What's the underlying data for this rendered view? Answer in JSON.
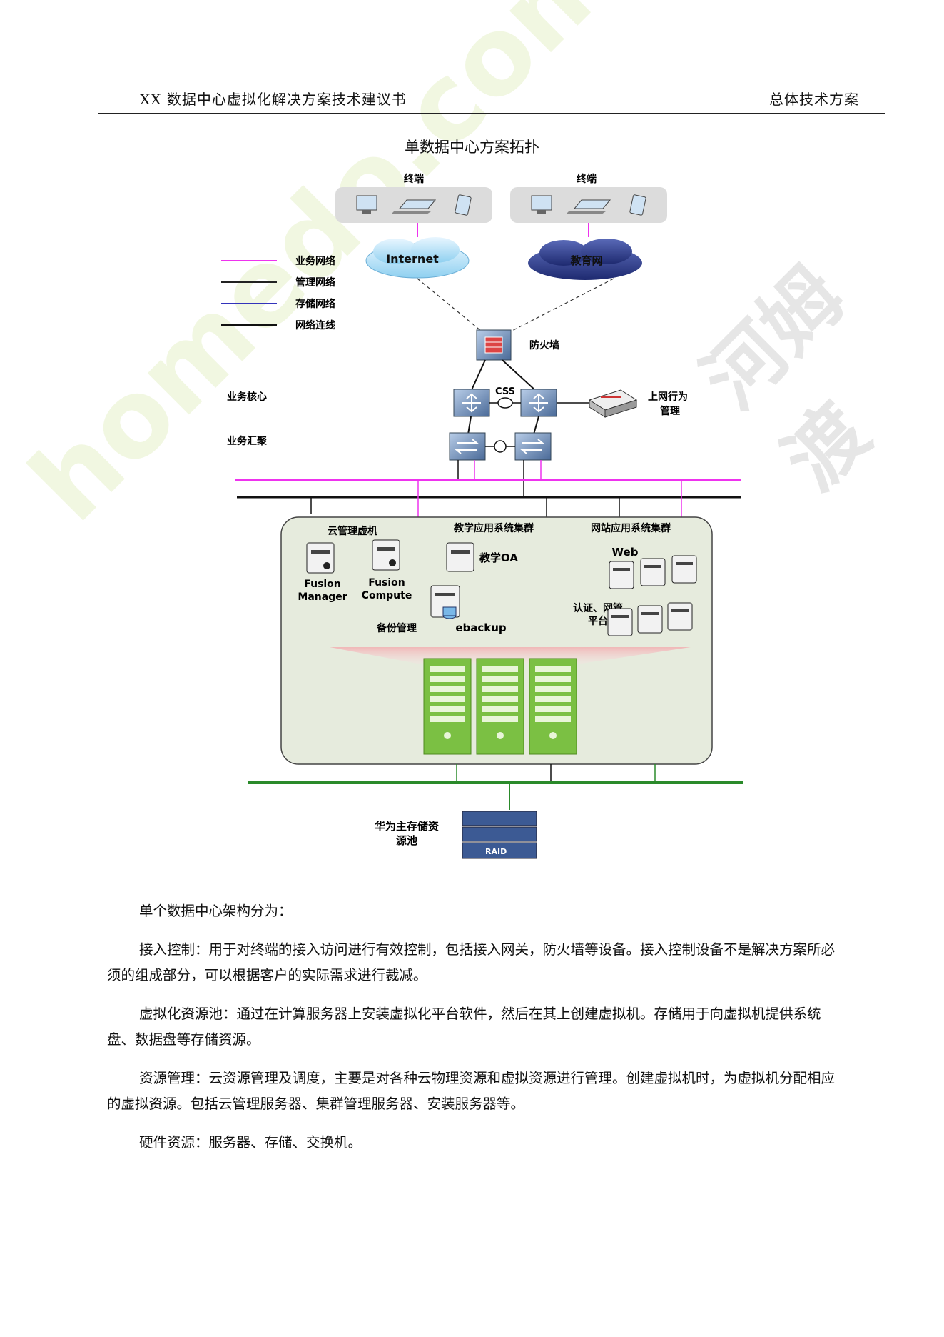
{
  "header": {
    "left": "XX 数据中心虚拟化解决方案技术建议书",
    "right": "总体技术方案"
  },
  "figure": {
    "title": "单数据中心方案拓扑",
    "terminal_left": "终端",
    "terminal_right": "终端",
    "cloud_internet": "Internet",
    "cloud_edu": "教育网",
    "legend": [
      {
        "label": "业务网络",
        "color": "#ee33ee"
      },
      {
        "label": "管理网络",
        "color": "#222222"
      },
      {
        "label": "存储网络",
        "color": "#3333bb"
      },
      {
        "label": "网络连线",
        "color": "#111111"
      }
    ],
    "firewall": "防火墙",
    "core_label": "业务核心",
    "agg_label": "业务汇聚",
    "css": "CSS",
    "behavior_mgmt_1": "上网行为",
    "behavior_mgmt_2": "管理",
    "cloud_mgmt_vm": "云管理虚机",
    "teaching_cluster": "教学应用系统集群",
    "website_cluster": "网站应用系统集群",
    "fusion_manager_1": "Fusion",
    "fusion_manager_2": "Manager",
    "fusion_compute_1": "Fusion",
    "fusion_compute_2": "Compute",
    "teaching_oa": "教学OA",
    "web": "Web",
    "auth_1": "认证、网管",
    "auth_2": "平台",
    "backup_mgmt": "备份管理",
    "ebackup": "ebackup",
    "storage_1": "华为主存储资",
    "storage_2": "源池",
    "raid": "RAID"
  },
  "paragraphs": [
    "单个数据中心架构分为：",
    "接入控制：用于对终端的接入访问进行有效控制，包括接入网关，防火墙等设备。接入控制设备不是解决方案所必须的组成部分，可以根据客户的实际需求进行裁减。",
    "虚拟化资源池：通过在计算服务器上安装虚拟化平台软件，然后在其上创建虚拟机。存储用于向虚拟机提供系统盘、数据盘等存储资源。",
    "资源管理：云资源管理及调度，主要是对各种云物理资源和虚拟资源进行管理。创建虚拟机时，为虚拟机分配相应的虚拟资源。包括云管理服务器、集群管理服务器、安装服务器等。",
    "硬件资源：服务器、存储、交换机。"
  ],
  "watermark": {
    "site": "homedo.com",
    "brand": "河姆渡"
  }
}
